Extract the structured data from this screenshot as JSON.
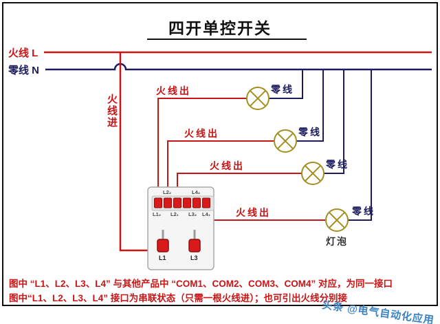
{
  "title": "四开单控开关",
  "wires": {
    "live_label": "火线 L",
    "neutral_label": "零线 N",
    "live_in_label": "火线进",
    "live_out_label": "火线出",
    "neutral_branch_label": "零线"
  },
  "lamp": {
    "bulb_label": "灯泡"
  },
  "switch": {
    "top_labels_above": [
      "L2₂",
      "L4₂"
    ],
    "top_labels_below": [
      "L1₂",
      "L2₁",
      "L3₂",
      "L4₁"
    ],
    "bottom_terminal_labels": [
      "L1",
      "L3"
    ]
  },
  "notes": {
    "line1": "图中 “L1、L2、L3、L4” 与其他产品中 “COM1、COM2、COM3、COM4” 对应，为同一接口",
    "line2": "图中“L1、L2、L3、L4” 接口为串联状态（只需一根火线进）；也可引出火线分别接"
  },
  "watermark": "头条 @电气自动化应用",
  "colors": {
    "live_wire": "#c81414",
    "neutral_wire": "#1b1b5e",
    "lamp_outline": "#a38e1f",
    "terminal_red": "#d81a1a",
    "note_text": "#c81414",
    "watermark_blue": "#3b82c4"
  }
}
